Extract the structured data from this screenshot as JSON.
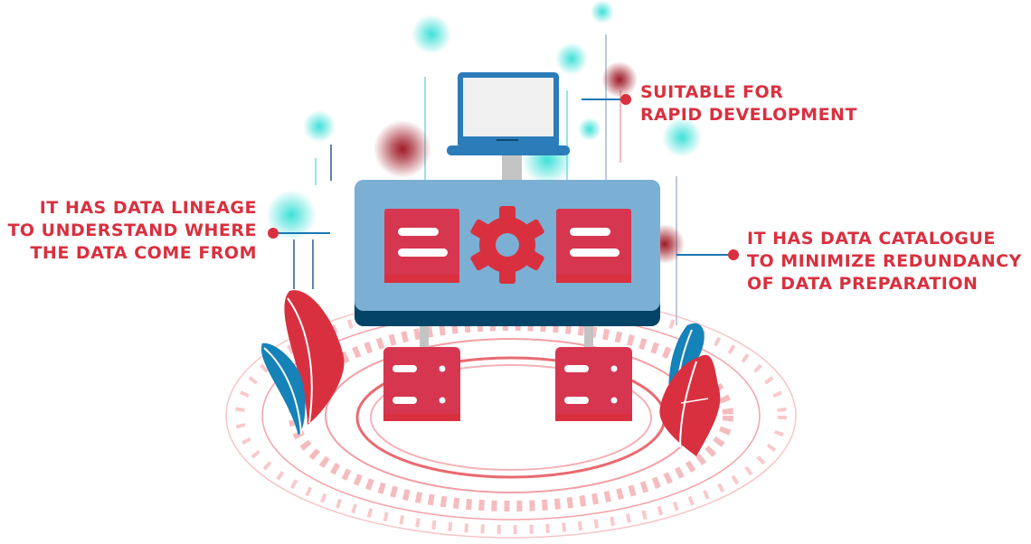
{
  "callouts": {
    "left": {
      "lines": [
        "IT HAS DATA LINEAGE",
        "TO UNDERSTAND WHERE",
        "THE DATA COME FROM"
      ]
    },
    "top": {
      "lines": [
        "SUITABLE FOR",
        "RAPID DEVELOPMENT"
      ]
    },
    "right": {
      "lines": [
        "IT HAS DATA CATALOGUE",
        "TO MINIMIZE REDUNDANCY",
        "OF DATA PREPARATION"
      ]
    }
  },
  "colors": {
    "accent_red": "#d9303f",
    "panel_blue": "#7bafd4",
    "panel_dark": "#034468",
    "laptop_blue": "#2b7cb8",
    "glow_cyan": "#3fe0d8",
    "glow_red": "#a01c28",
    "leaf_blue": "#1582b8"
  }
}
